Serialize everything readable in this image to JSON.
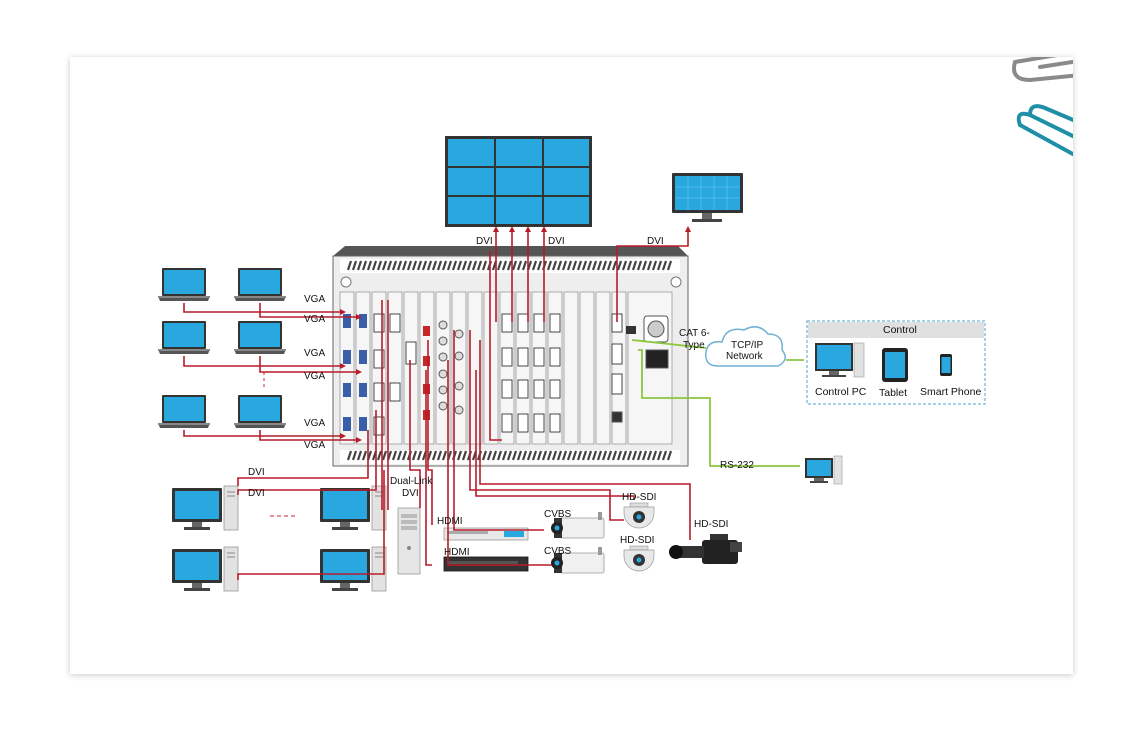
{
  "labels": {
    "dvi_left": "DVI",
    "dvi_right": "DVI",
    "dvi_monitor": "DVI",
    "vga": "VGA",
    "dvi_pc": "DVI",
    "dual_link_dvi_1": "Dual-Link",
    "dual_link_dvi_2": "DVI",
    "hdmi": "HDMI",
    "cvbs": "CVBS",
    "hd_sdi": "HD-SDI",
    "cat6_1": "CAT 6-",
    "cat6_2": "Type",
    "tcpip_1": "TCP/IP",
    "tcpip_2": "Network",
    "rs232": "RS-232"
  },
  "control": {
    "title": "Control",
    "control_pc": "Control PC",
    "tablet": "Tablet",
    "smart_phone": "Smart Phone"
  },
  "colors": {
    "signal_line": "#b71c2b",
    "control_line": "#8cc63f",
    "screen": "#29a8e0",
    "clip_gray": "#8a8a8a",
    "clip_teal": "#1f8fa8"
  },
  "icons": [
    "paperclip-gray",
    "paperclip-teal",
    "video-wall",
    "monitor",
    "matrix-chassis",
    "laptop",
    "desktop-pc",
    "tower-pc",
    "cloud",
    "tablet",
    "smartphone",
    "cctv-camera",
    "dome-camera",
    "camcorder",
    "dvd-player"
  ]
}
